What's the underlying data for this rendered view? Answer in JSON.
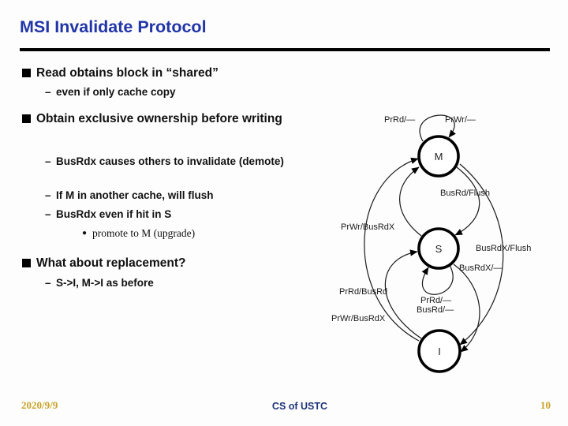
{
  "slide": {
    "title": "MSI Invalidate Protocol",
    "markers": {
      "level2": "–",
      "level3": "●"
    },
    "bullets": [
      {
        "level": 1,
        "text": "Read obtains block in “shared”"
      },
      {
        "level": 2,
        "text": "even if only cache copy"
      },
      {
        "level": 1,
        "text": "Obtain exclusive ownership before writing"
      },
      {
        "level": 2,
        "text": "BusRdx causes others to invalidate (demote)"
      },
      {
        "level": 2,
        "text": "If M in another cache, will flush"
      },
      {
        "level": 2,
        "text": "BusRdx even if hit in S"
      },
      {
        "level": 3,
        "text": "promote to M (upgrade)"
      },
      {
        "level": 1,
        "text": "What about replacement?"
      },
      {
        "level": 2,
        "text": "S->I, M->I as before"
      }
    ]
  },
  "diagram": {
    "states": [
      {
        "label": "M"
      },
      {
        "label": "S"
      },
      {
        "label": "I"
      }
    ],
    "edge_labels": {
      "m_self_prrd": "PrRd/—",
      "m_self_prwr": "PrWr/—",
      "m_to_s": "BusRd/Flush",
      "s_to_m": "PrWr/BusRdX",
      "m_to_i": "BusRdX/Flush",
      "s_to_i": "BusRdX/—",
      "s_self_prrd": "PrRd/—",
      "s_self_busrd": "BusRd/—",
      "i_to_s": "PrRd/BusRd",
      "i_to_m": "PrWr/BusRdX"
    }
  },
  "footer": {
    "date": "2020/9/9",
    "center": "CS of USTC",
    "page": "10"
  },
  "colors": {
    "title_blue": "#2135A8",
    "footer_gold": "#C9A227",
    "footer_navy": "#1F3478",
    "divider": "#000000"
  }
}
